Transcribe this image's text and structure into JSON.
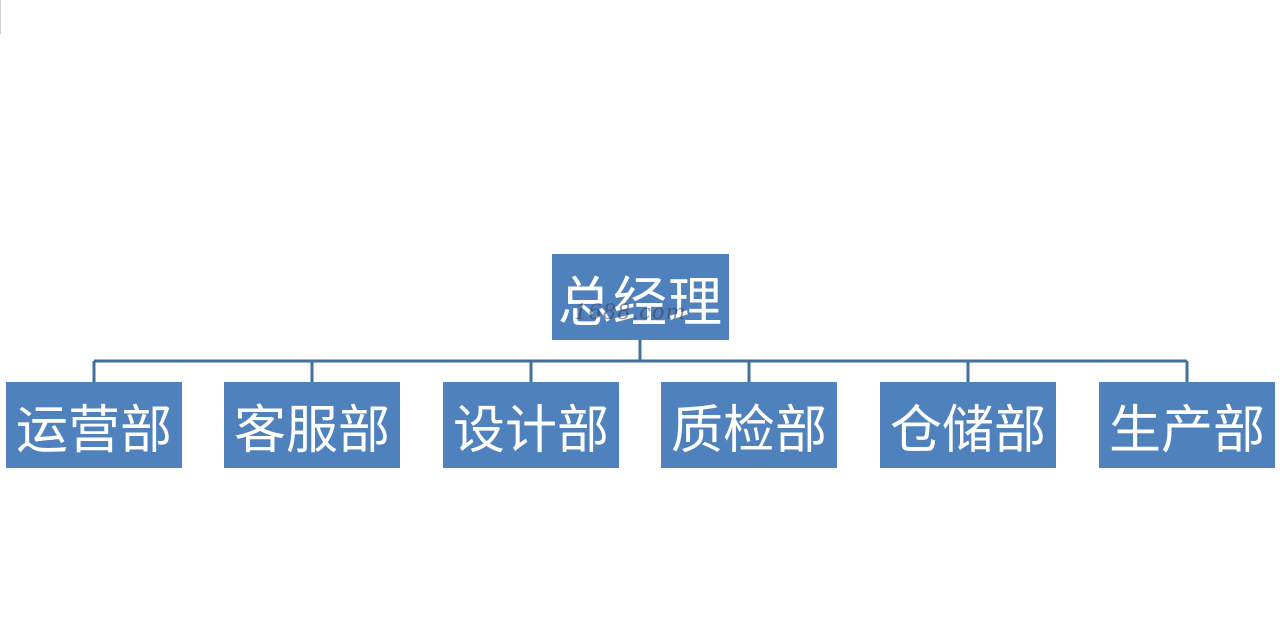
{
  "chart": {
    "root": {
      "label": "总经理"
    },
    "departments": [
      {
        "label": "运营部"
      },
      {
        "label": "客服部"
      },
      {
        "label": "设计部"
      },
      {
        "label": "质检部"
      },
      {
        "label": "仓储部"
      },
      {
        "label": "生产部"
      }
    ]
  },
  "watermark": {
    "text": "1688.com"
  },
  "colors": {
    "node_fill": "#4f81bd",
    "node_text": "#ffffff",
    "connector": "#41719c"
  }
}
